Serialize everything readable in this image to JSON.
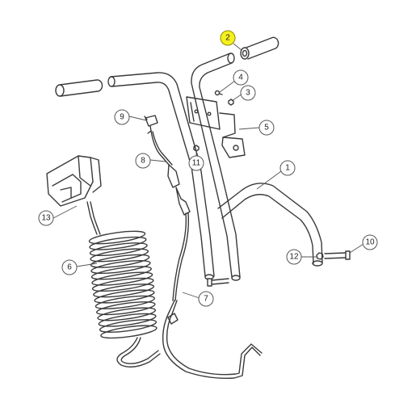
{
  "diagram": {
    "highlight_color": "#f5f01e",
    "line_color": "#3a3a3a",
    "callouts": [
      {
        "key": "c1",
        "label": "1"
      },
      {
        "key": "c2",
        "label": "2",
        "highlighted": true
      },
      {
        "key": "c3",
        "label": "3"
      },
      {
        "key": "c4",
        "label": "4"
      },
      {
        "key": "c5",
        "label": "5"
      },
      {
        "key": "c6",
        "label": "6"
      },
      {
        "key": "c7",
        "label": "7"
      },
      {
        "key": "c8",
        "label": "8"
      },
      {
        "key": "c9",
        "label": "9"
      },
      {
        "key": "c10",
        "label": "10"
      },
      {
        "key": "c11",
        "label": "11"
      },
      {
        "key": "c12",
        "label": "12"
      },
      {
        "key": "c13",
        "label": "13"
      }
    ]
  }
}
